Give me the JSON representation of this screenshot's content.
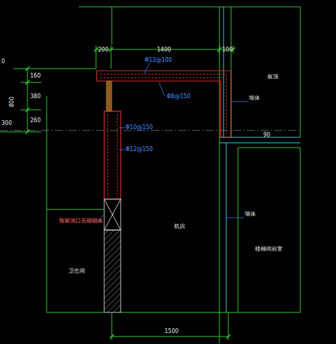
{
  "diagram": {
    "labels": [
      "200",
      "1400",
      "100",
      "0",
      "160",
      "380",
      "260",
      "800",
      "300",
      "Φ12@100",
      "Φ8@150",
      "Φ10@150",
      "Φ12@150",
      "90",
      "板顶",
      "墙体",
      "墙体",
      "预留洞口后砌砌体",
      "机房",
      "卫生间",
      "楼梯间前室",
      "1500"
    ]
  }
}
